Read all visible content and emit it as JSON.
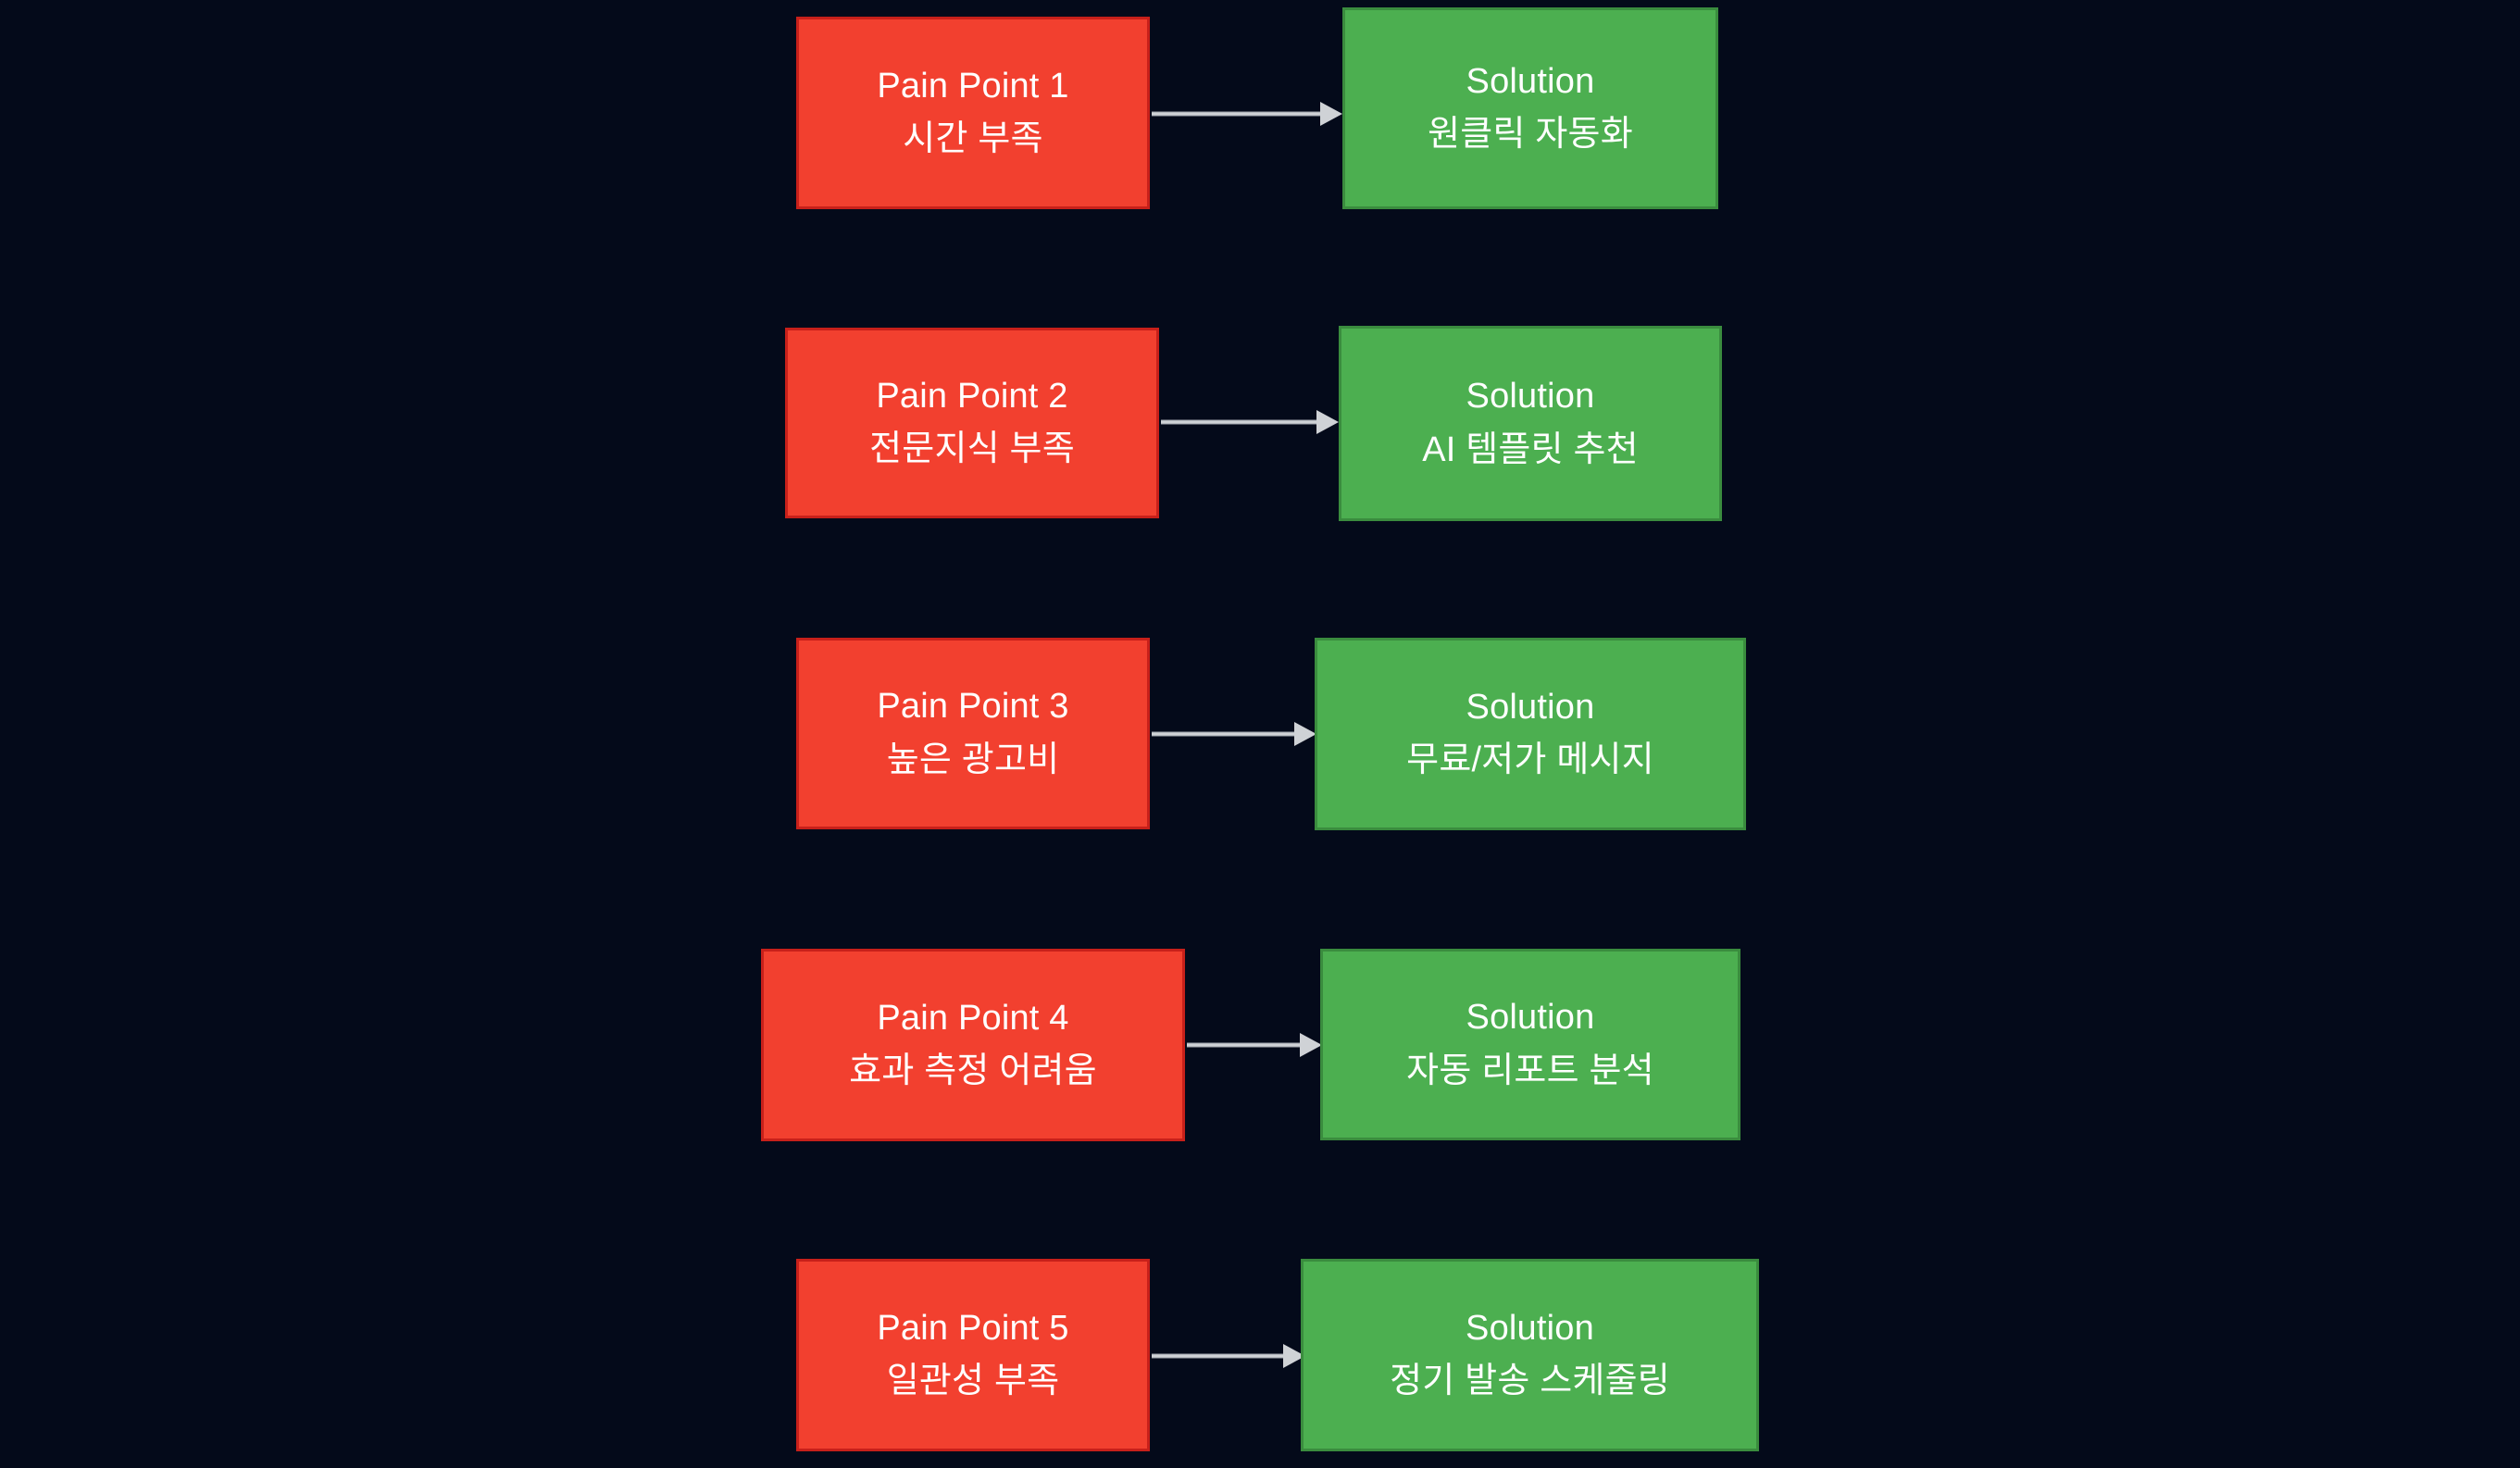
{
  "diagram": {
    "type": "pain-point-to-solution-flow",
    "background_color": "#040a1a",
    "pain_color": "#f2402f",
    "pain_border_color": "#c8201a",
    "solution_color": "#4caf50",
    "solution_border_color": "#3a8c3e",
    "arrow_color": "#cfd2d6",
    "text_color": "#ffffff",
    "rows": [
      {
        "pain": {
          "title": "Pain Point 1",
          "detail": "시간 부족"
        },
        "solution": {
          "title": "Solution",
          "detail": "원클릭 자동화"
        }
      },
      {
        "pain": {
          "title": "Pain Point 2",
          "detail": "전문지식 부족"
        },
        "solution": {
          "title": "Solution",
          "detail": "AI 템플릿 추천"
        }
      },
      {
        "pain": {
          "title": "Pain Point 3",
          "detail": "높은 광고비"
        },
        "solution": {
          "title": "Solution",
          "detail": "무료/저가 메시지"
        }
      },
      {
        "pain": {
          "title": "Pain Point 4",
          "detail": "효과 측정 어려움"
        },
        "solution": {
          "title": "Solution",
          "detail": "자동 리포트 분석"
        }
      },
      {
        "pain": {
          "title": "Pain Point 5",
          "detail": "일관성 부족"
        },
        "solution": {
          "title": "Solution",
          "detail": "정기 발송 스케줄링"
        }
      }
    ]
  }
}
